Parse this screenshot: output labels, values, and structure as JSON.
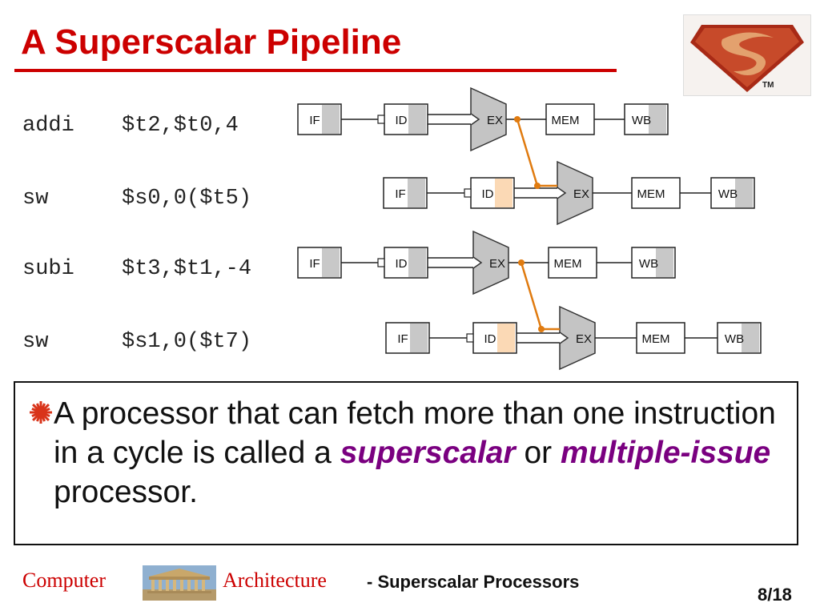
{
  "slide": {
    "title": "A Superscalar Pipeline"
  },
  "instructions": [
    {
      "op": "addi",
      "args": "$t2,$t0,4"
    },
    {
      "op": "sw",
      "args": "$s0,0($t5)"
    },
    {
      "op": "subi",
      "args": "$t3,$t1,-4"
    },
    {
      "op": "sw",
      "args": "$s1,0($t7)"
    }
  ],
  "pipeline": {
    "stages": [
      "IF",
      "ID",
      "EX",
      "MEM",
      "WB"
    ],
    "forwarding_color": "#e07b10",
    "stage_shade": "#c8c8c8",
    "id_highlight": "#fbd9b5"
  },
  "bullet": {
    "pre": "A processor that can fetch more than one instruction in a cycle is called a ",
    "em1": "superscalar",
    "mid": " or ",
    "em2": "multiple-issue",
    "post": " processor."
  },
  "footer": {
    "left": "Computer",
    "middle": "Architecture",
    "subtitle": "- Superscalar Processors",
    "page": "8/18"
  },
  "colors": {
    "title": "#cc0000",
    "emphasis": "#7a0080",
    "footer_serif": "#cc0000"
  }
}
